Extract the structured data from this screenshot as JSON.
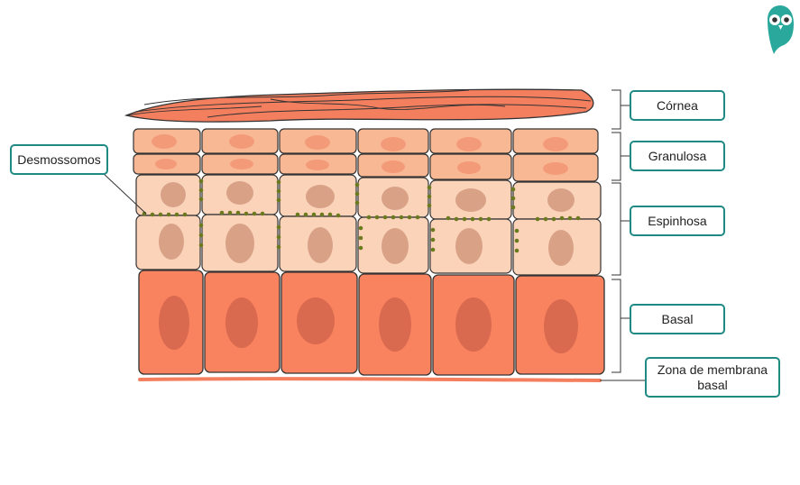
{
  "labels": {
    "desmossomos": "Desmossomos",
    "cornea": "Córnea",
    "granulosa": "Granulosa",
    "espinhosa": "Espinhosa",
    "basal": "Basal",
    "zona_line1": "Zona de membrana",
    "zona_line2": "basal"
  },
  "colors": {
    "cornea": "#f47f5f",
    "granulosa_cell": "#f9b894",
    "granulosa_nucleus": "#f39a79",
    "espinhosa_cell": "#fbd3b9",
    "espinhosa_nucleus": "#d9a287",
    "basal_cell": "#f9835f",
    "basal_nucleus": "#d9694f",
    "desmosome": "#6b7a1e",
    "outline": "#333333",
    "label_border": "#1f8a84",
    "logo": "#2aa89b"
  },
  "icons": {
    "logo": "owl-logo-icon"
  }
}
